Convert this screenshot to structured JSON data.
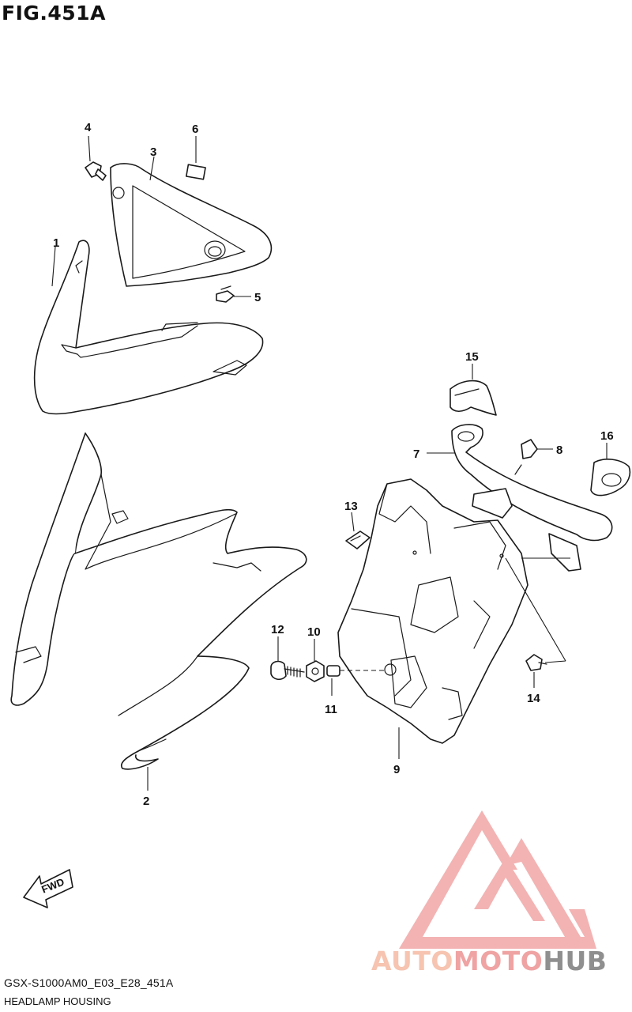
{
  "figure": {
    "title": "FIG.451A"
  },
  "callouts": [
    "1",
    "2",
    "3",
    "4",
    "5",
    "6",
    "7",
    "8",
    "9",
    "10",
    "11",
    "12",
    "13",
    "14",
    "15",
    "16"
  ],
  "fwd_label": "FWD",
  "footer": {
    "model_code": "GSX-S1000AM0_E03_E28_451A",
    "section_name": "HEADLAMP HOUSING"
  },
  "watermark": {
    "part_a": "AUTO",
    "part_b": "MOTO",
    "part_c": "HUB"
  },
  "colors": {
    "line": "#1a1a1a",
    "watermark_red": "#ef9a9a",
    "watermark_orange": "#f6c4b0",
    "watermark_grey": "#8f8f8f"
  }
}
